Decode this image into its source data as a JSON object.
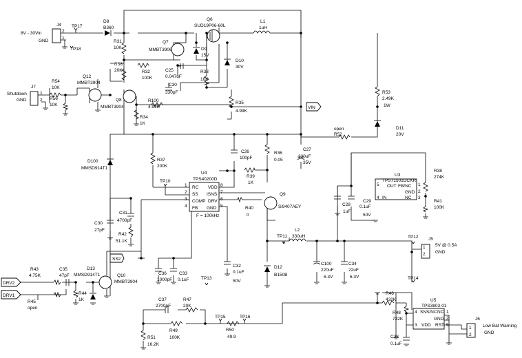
{
  "components": {
    "j4": {
      "ref": "J4",
      "label": "8V - 30Vin",
      "gnd": "GND",
      "pins": [
        "2",
        "1"
      ]
    },
    "tp17": "TP17",
    "tp18": "TP18",
    "d8": {
      "ref": "D8",
      "value": "B360"
    },
    "q6": {
      "ref": "Q6",
      "value": "SUD19P06-60L"
    },
    "l1": {
      "ref": "L1",
      "value": "1uH"
    },
    "r31": {
      "ref": "R31",
      "value": "10K"
    },
    "q7": {
      "ref": "Q7",
      "value": "MMBT3906"
    },
    "d9": {
      "ref": "D9",
      "value": "15V"
    },
    "d10": {
      "ref": "D10",
      "value": "30V"
    },
    "r58": {
      "ref": "R58",
      "value": "20K"
    },
    "r32": {
      "ref": "R32",
      "value": "100K"
    },
    "c25": {
      "ref": "C25",
      "value": "0.047uF"
    },
    "r33": {
      "ref": "R33",
      "value": "10K"
    },
    "c30": {
      "ref": "C30",
      "value": "330pF"
    },
    "j7": {
      "ref": "J7",
      "label": "Shutdown",
      "gnd": "GND",
      "pins": [
        "1",
        "2"
      ]
    },
    "r54": {
      "ref": "R54",
      "value": "10K"
    },
    "r56": {
      "ref": "R56",
      "value": "10K"
    },
    "q12": {
      "ref": "Q12",
      "value": "MMBT3904"
    },
    "q8": {
      "ref": "Q8",
      "value": "MMBT3904"
    },
    "r100": {
      "ref": "R100",
      "value": "4.99K"
    },
    "r35": {
      "ref": "R35",
      "value": "4.99K"
    },
    "r34": {
      "ref": "R34",
      "value": "1K"
    },
    "vin": "VIN",
    "r53": {
      "ref": "R53",
      "value": "2.49K",
      "value2": "1W"
    },
    "d11": {
      "ref": "D11",
      "value": "20V"
    },
    "r52": {
      "ref": "R52",
      "value": "open"
    },
    "d100": {
      "ref": "D100",
      "value": "MMSD914T1"
    },
    "r37": {
      "ref": "R37",
      "value": "200K"
    },
    "c26": {
      "ref": "C26",
      "value": "100pF"
    },
    "r36": {
      "ref": "R36",
      "value": "0.05"
    },
    "c27": {
      "ref": "C27",
      "value": "330uF",
      "value2": "35V"
    },
    "r39": {
      "ref": "R39",
      "value": "1K"
    },
    "u3": {
      "ref": "U3",
      "value": "TPS71501DCKR",
      "pins": [
        "OUT",
        "FB/NC",
        "GND",
        "IN",
        "NC"
      ],
      "nums": [
        "1",
        "5",
        "2",
        "3",
        "4"
      ]
    },
    "r38": {
      "ref": "R38",
      "value": "274K"
    },
    "r41": {
      "ref": "R41",
      "value": "100K"
    },
    "c28": {
      "ref": "C28",
      "value": "1uF"
    },
    "c29": {
      "ref": "C29",
      "value": "0.1uF",
      "value2": "50V"
    },
    "u4": {
      "ref": "U4",
      "value": "TPS40200D",
      "pins_left": [
        "RC",
        "SS",
        "COMP",
        "FB"
      ],
      "nums_left": [
        "1",
        "2",
        "3",
        "4"
      ],
      "pins_right": [
        "VDD",
        "ISNS",
        "DRV",
        "GND"
      ],
      "nums_right": [
        "8",
        "7",
        "6",
        "5"
      ],
      "note": "F = 100kHz"
    },
    "tp10": "TP10",
    "q9": {
      "ref": "Q9",
      "value": "Si9407AEY"
    },
    "r40": {
      "ref": "R40",
      "value": "0"
    },
    "c31": {
      "ref": "C31",
      "value": "4700pF"
    },
    "c30b": {
      "ref": "C30",
      "value": "27pF"
    },
    "r42": {
      "ref": "R42",
      "value": "51.1K"
    },
    "tp11": "TP11",
    "l2": {
      "ref": "L2",
      "value": "330uH"
    },
    "tp12": "TP12",
    "j5": {
      "ref": "J5",
      "label": "5V @ 0.5A",
      "gnd": "GND",
      "pins": [
        "1",
        "2"
      ]
    },
    "ss2": "SS2",
    "c36": {
      "ref": "C36",
      "value": "1000pF"
    },
    "c33": {
      "ref": "C33",
      "value": "0.1uF"
    },
    "c32": {
      "ref": "C32",
      "value": "0.1uF",
      "value2": "50V"
    },
    "d12": {
      "ref": "D12",
      "value": "B150B"
    },
    "c100": {
      "ref": "C100",
      "value": "220uF",
      "value2": "6.3V"
    },
    "c34": {
      "ref": "C34",
      "value": "22uF",
      "value2": "6.3V"
    },
    "tp13": "TP13",
    "tp14": "TP14",
    "drv2": "DRV2",
    "drv1": "DRV1",
    "r43": {
      "ref": "R43",
      "value": "4.75K"
    },
    "c35": {
      "ref": "C35",
      "value": "47pF"
    },
    "d13": {
      "ref": "D13",
      "value": "MMSD914T1"
    },
    "q10": {
      "ref": "Q10",
      "value": "MMBT3904"
    },
    "r44": {
      "ref": "R44",
      "value": "1K"
    },
    "r45": {
      "ref": "R45",
      "value": "open"
    },
    "r46": {
      "ref": "R46",
      "value": "432K"
    },
    "r48": {
      "ref": "R48",
      "value": "732K"
    },
    "u5": {
      "ref": "U5",
      "value": "TPS3803-01",
      "pins": [
        "SNS/NC",
        "NC",
        "GND",
        "VDD",
        "RST"
      ],
      "nums": [
        "4",
        "1",
        "2",
        "3",
        "5"
      ]
    },
    "c38": {
      "ref": "C38",
      "value": "0.1uF"
    },
    "j6": {
      "ref": "J6",
      "label": "Low Bat Warning",
      "gnd": "GND",
      "pins": [
        "1",
        "2"
      ]
    },
    "c37": {
      "ref": "C37",
      "value": "2700pF"
    },
    "r47": {
      "ref": "R47",
      "value": "20K"
    },
    "r49": {
      "ref": "R49",
      "value": "100K"
    },
    "r50": {
      "ref": "R50",
      "value": "49.9"
    },
    "tp15": "TP15",
    "tp16": "TP16",
    "r51": {
      "ref": "R51",
      "value": "16.2K"
    }
  }
}
